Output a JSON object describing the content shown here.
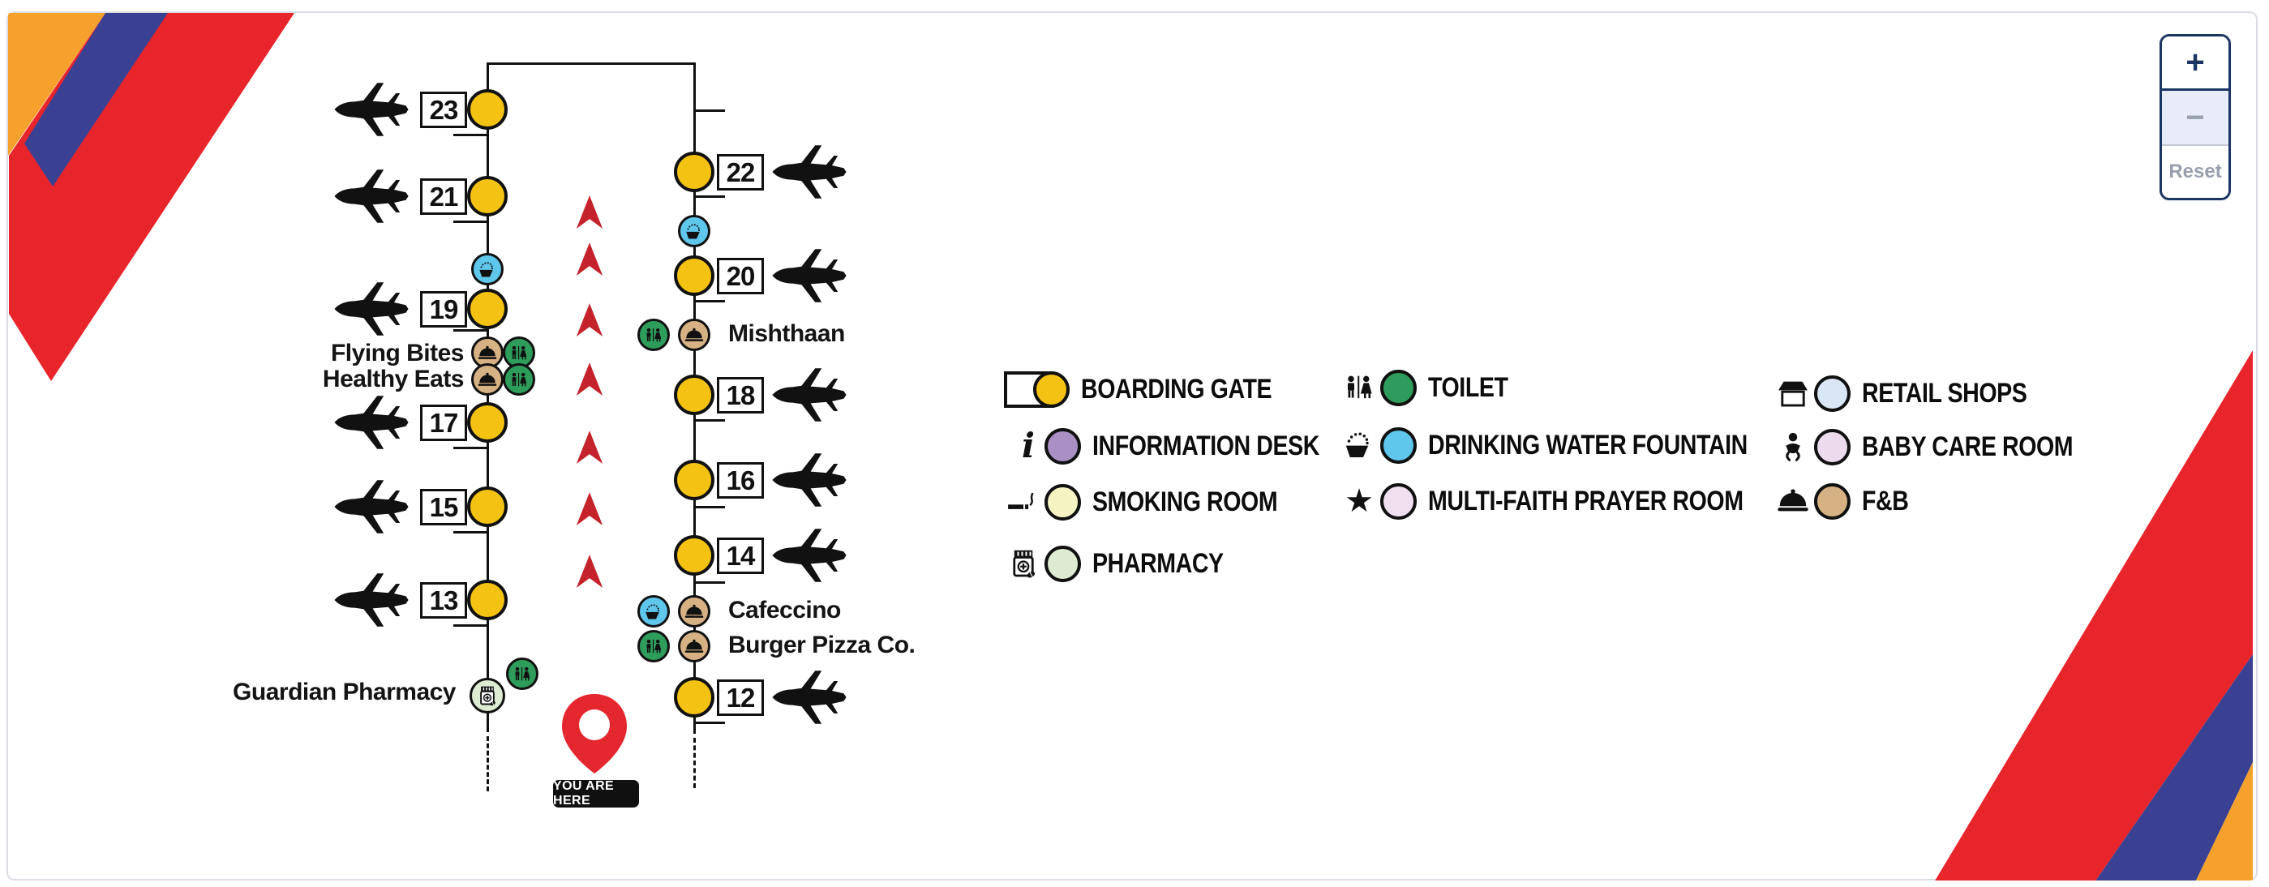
{
  "terminal_map": {
    "left_gates": [
      {
        "number": "23"
      },
      {
        "number": "21"
      },
      {
        "number": "19"
      },
      {
        "number": "17"
      },
      {
        "number": "15"
      },
      {
        "number": "13"
      }
    ],
    "right_gates": [
      {
        "number": "22"
      },
      {
        "number": "20"
      },
      {
        "number": "18"
      },
      {
        "number": "16"
      },
      {
        "number": "14"
      },
      {
        "number": "12"
      }
    ],
    "pois": {
      "flying_bites_line1": "Flying Bites",
      "flying_bites_line2": "Healthy Eats",
      "guardian_pharmacy": "Guardian Pharmacy",
      "mishthaan": "Mishthaan",
      "cafeccino": "Cafeccino",
      "burger_pizza": "Burger Pizza Co."
    },
    "you_are_here": "YOU ARE HERE",
    "walkway_arrow_count": 7
  },
  "legend": {
    "items": [
      {
        "label": "BOARDING GATE",
        "icon": "boarding-gate-icon",
        "color": "#F4C212"
      },
      {
        "label": "INFORMATION DESK",
        "icon": "information-icon",
        "color": "#A98FC3"
      },
      {
        "label": "SMOKING ROOM",
        "icon": "smoking-icon",
        "color": "#F5F3C2"
      },
      {
        "label": "PHARMACY",
        "icon": "pharmacy-icon",
        "color": "#DCEBD1"
      },
      {
        "label": "TOILET",
        "icon": "toilet-icon",
        "color": "#2E9D5B"
      },
      {
        "label": "DRINKING WATER FOUNTAIN",
        "icon": "water-fountain-icon",
        "color": "#5FC6EC"
      },
      {
        "label": "MULTI-FAITH PRAYER ROOM",
        "icon": "star-icon",
        "color": "#EFDFEF"
      },
      {
        "label": "RETAIL SHOPS",
        "icon": "retail-shop-icon",
        "color": "#D9E6F5"
      },
      {
        "label": "BABY CARE ROOM",
        "icon": "baby-icon",
        "color": "#EBDBEC"
      },
      {
        "label": "F&B",
        "icon": "cloche-icon",
        "color": "#D5B183"
      }
    ]
  },
  "controls": {
    "zoom_in": "+",
    "zoom_out": "−",
    "reset": "Reset"
  },
  "colors": {
    "gate_yellow": "#F4C212",
    "arrow_red": "#C5232B",
    "pin_red": "#E4272E",
    "decor_red": "#E9252C",
    "decor_navy": "#3A4193",
    "decor_orange": "#F5A12B",
    "control_navy": "#1C3664"
  }
}
